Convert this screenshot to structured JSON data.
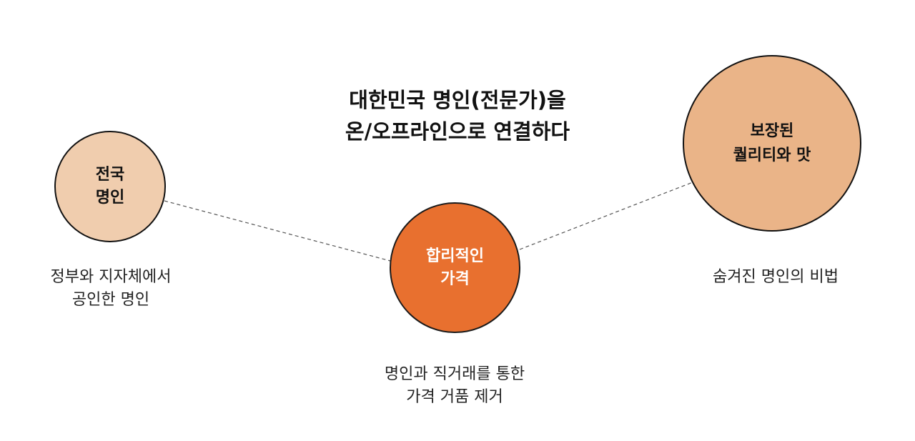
{
  "headline": {
    "line1": "대한민국 명인(전문가)을",
    "line2": "온/오프라인으로 연결하다"
  },
  "nodes": {
    "left": {
      "label_line1": "전국",
      "label_line2": "명인",
      "fill": "#F0CDAE"
    },
    "middle": {
      "label_line1": "합리적인",
      "label_line2": "가격",
      "fill": "#E8702F"
    },
    "right": {
      "label_line1": "보장된",
      "label_line2": "퀄리티와 맛",
      "fill": "#EAB488"
    }
  },
  "captions": {
    "left": {
      "line1": "정부와 지자체에서",
      "line2": "공인한 명인"
    },
    "middle": {
      "line1": "명인과 직거래를 통한",
      "line2": "가격 거품 제거"
    },
    "right": {
      "line1": "숨겨진 명인의 비법"
    }
  },
  "connector_color": "#555555"
}
